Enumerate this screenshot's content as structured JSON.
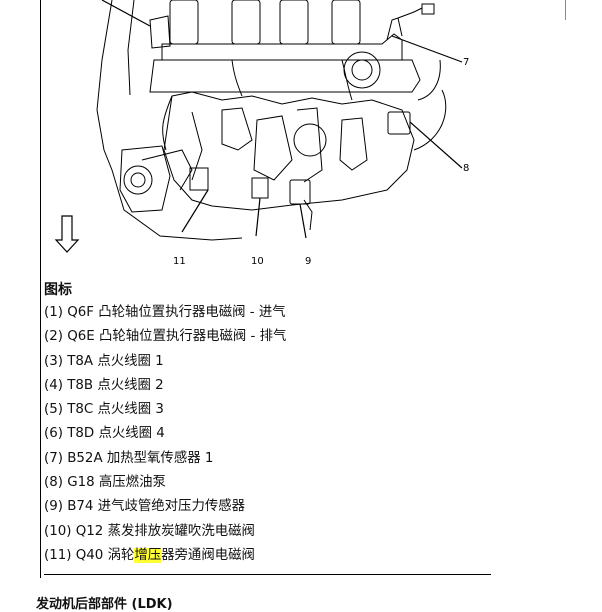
{
  "figure": {
    "callouts": [
      "7",
      "8",
      "9",
      "10",
      "11"
    ]
  },
  "legend": {
    "title": "图标",
    "items": [
      "(1) Q6F 凸轮轴位置执行器电磁阀 - 进气",
      "(2) Q6E 凸轮轴位置执行器电磁阀 - 排气",
      "(3) T8A 点火线圈 1",
      "(4) T8B 点火线圈 2",
      "(5) T8C 点火线圈 3",
      "(6) T8D 点火线圈 4",
      "(7) B52A 加热型氧传感器 1",
      "(8) G18 高压燃油泵",
      "(9) B74 进气歧管绝对压力传感器",
      "(10) Q12 蒸发排放炭罐吹洗电磁阀"
    ],
    "last_item": {
      "prefix": "(11) Q40 涡轮",
      "highlight": "增压",
      "suffix": "器旁通阀电磁阀"
    }
  },
  "next_heading": "发动机后部部件 (LDK)"
}
